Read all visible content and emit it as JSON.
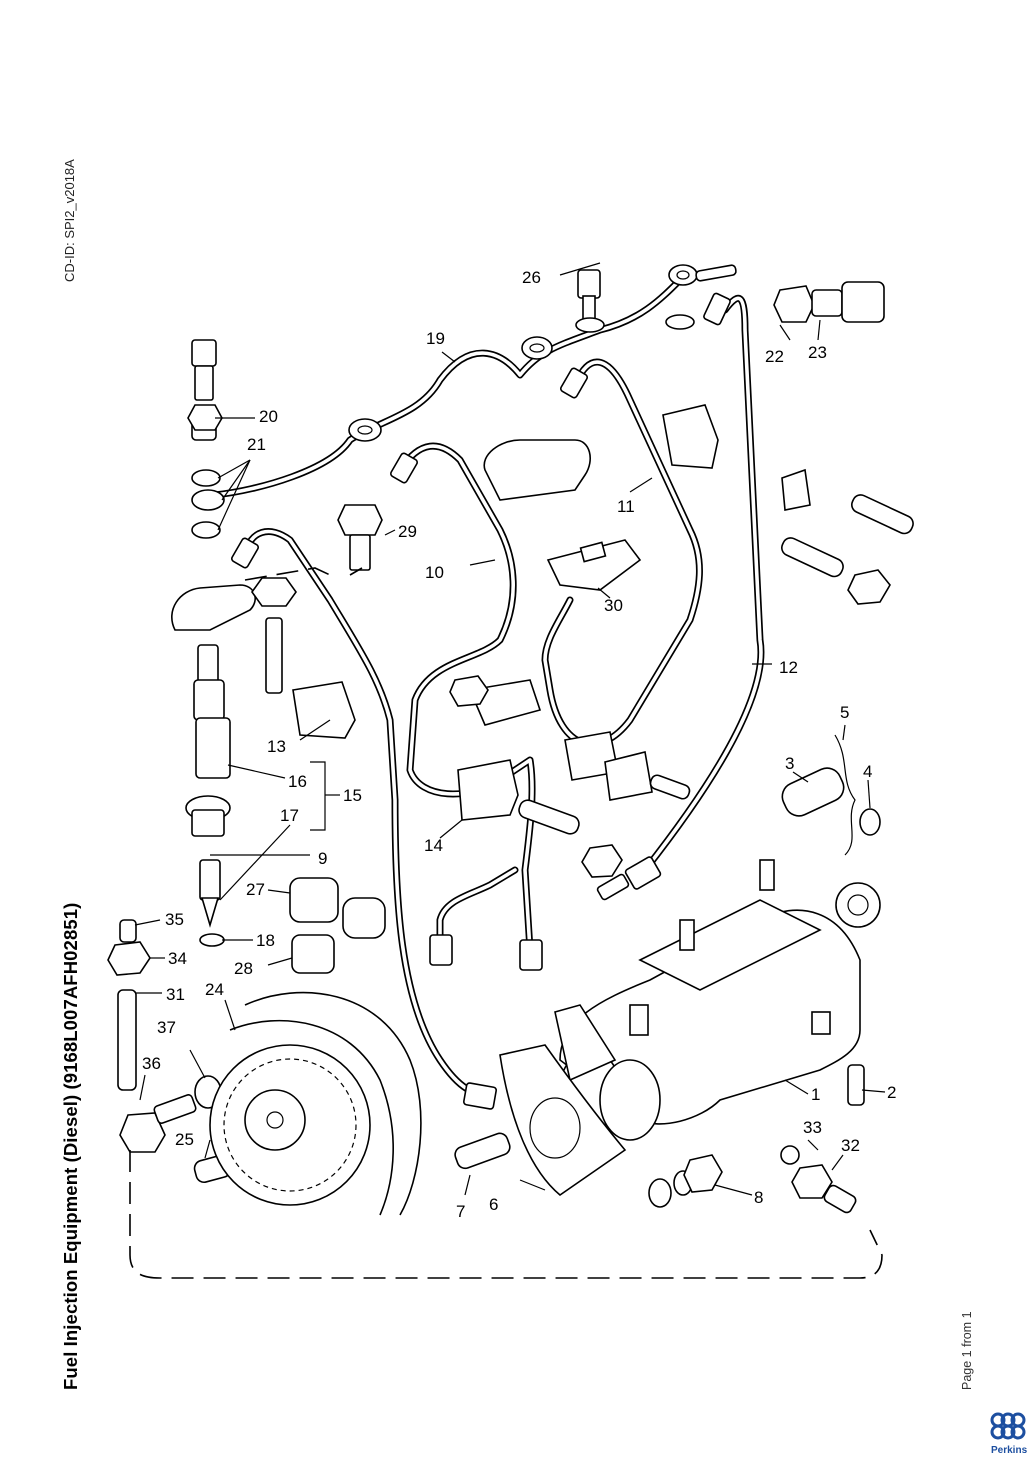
{
  "header": {
    "cd_id": "CD-ID: SPI2_v2018A"
  },
  "document": {
    "title": "Fuel Injection Equipment (Diesel) (9168L007AFH02851)"
  },
  "footer": {
    "page": "Page 1 from 1",
    "brand": "Perkins",
    "brand_color": "#1d4fa0"
  },
  "callouts": [
    "1",
    "2",
    "3",
    "4",
    "5",
    "6",
    "7",
    "8",
    "9",
    "10",
    "11",
    "12",
    "13",
    "14",
    "15",
    "16",
    "17",
    "18",
    "19",
    "20",
    "21",
    "22",
    "23",
    "24",
    "25",
    "26",
    "27",
    "28",
    "29",
    "30",
    "31",
    "32",
    "33",
    "34",
    "35",
    "36",
    "37"
  ]
}
